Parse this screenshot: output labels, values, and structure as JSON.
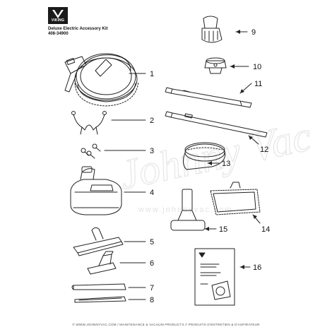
{
  "header": {
    "brand": "VIKING",
    "kit_title": "Deluxe Electric Accessory Kit",
    "kit_code": "408-34900"
  },
  "watermark": {
    "script": "Johnny Vac",
    "url": "www.johnnyvac.com"
  },
  "parts": [
    {
      "number": "1",
      "name": "hose-with-handle"
    },
    {
      "number": "2",
      "name": "hose-hanger-clip"
    },
    {
      "number": "3",
      "name": "screws"
    },
    {
      "number": "4",
      "name": "electric-power-nozzle"
    },
    {
      "number": "5",
      "name": "floor-brush"
    },
    {
      "number": "6",
      "name": "upholstery-tool"
    },
    {
      "number": "7",
      "name": "crevice-tool-long"
    },
    {
      "number": "8",
      "name": "crevice-tool-flat"
    },
    {
      "number": "9",
      "name": "dusting-brush"
    },
    {
      "number": "10",
      "name": "adapter"
    },
    {
      "number": "11",
      "name": "telescopic-wand"
    },
    {
      "number": "12",
      "name": "wand-extension"
    },
    {
      "number": "13",
      "name": "hose-sock"
    },
    {
      "number": "14",
      "name": "dust-mop-head"
    },
    {
      "number": "15",
      "name": "turbo-brush"
    },
    {
      "number": "16",
      "name": "owners-manual"
    }
  ],
  "footer": "© WWW.JOHNNYVAC.COM / MAINTENANCE & VACUUM PRODUCTS  //  PRODUITS D'ENTRETIEN & D'ASPIRATEUR",
  "colors": {
    "line": "#222222",
    "logo": "#1a1a1a"
  }
}
